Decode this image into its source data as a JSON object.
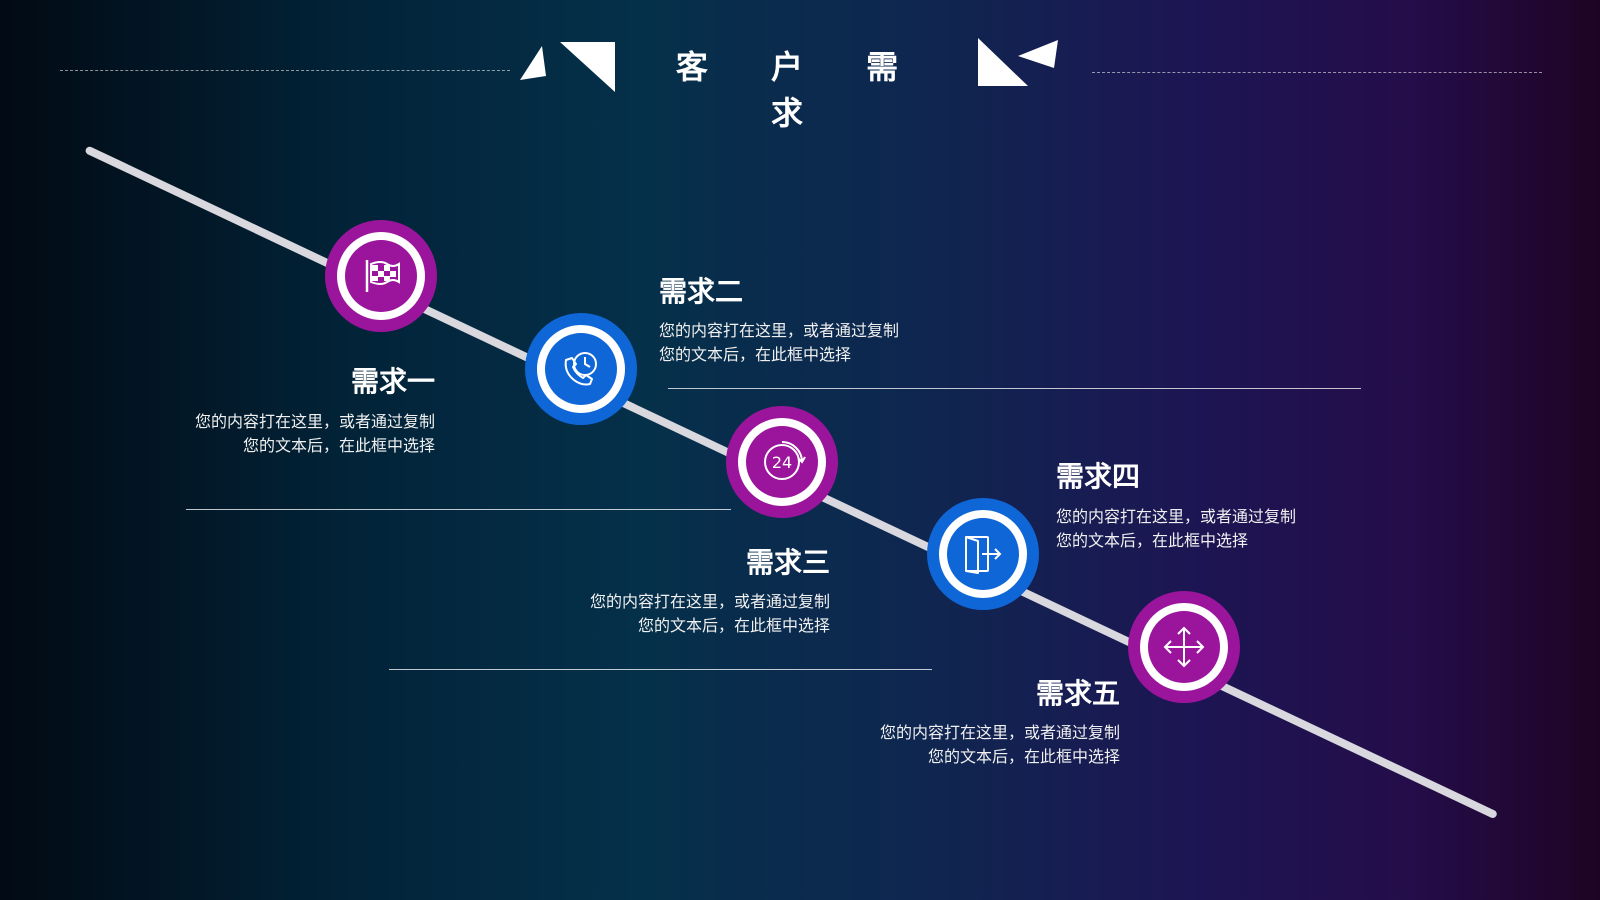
{
  "header": {
    "title": "客 户 需 求"
  },
  "needs": [
    {
      "title": "需求一",
      "line1": "您的内容打在这里，或者通过复制",
      "line2": "您的文本后，在此框中选择",
      "icon": "checkered-flag-icon",
      "color": "#9a159c"
    },
    {
      "title": "需求二",
      "line1": "您的内容打在这里，或者通过复制",
      "line2": "您的文本后，在此框中选择",
      "icon": "phone-clock-icon",
      "color": "#0f66d6"
    },
    {
      "title": "需求三",
      "line1": "您的内容打在这里，或者通过复制",
      "line2": "您的文本后，在此框中选择",
      "icon": "24-hour-icon",
      "color": "#9a159c"
    },
    {
      "title": "需求四",
      "line1": "您的内容打在这里，或者通过复制",
      "line2": "您的文本后，在此框中选择",
      "icon": "exit-door-icon",
      "color": "#0f66d6"
    },
    {
      "title": "需求五",
      "line1": "您的内容打在这里，或者通过复制",
      "line2": "您的文本后，在此框中选择",
      "icon": "move-arrows-icon",
      "color": "#9a159c"
    }
  ],
  "colors": {
    "magenta": "#9a159c",
    "blue": "#0f66d6",
    "line": "#d8d8de"
  }
}
